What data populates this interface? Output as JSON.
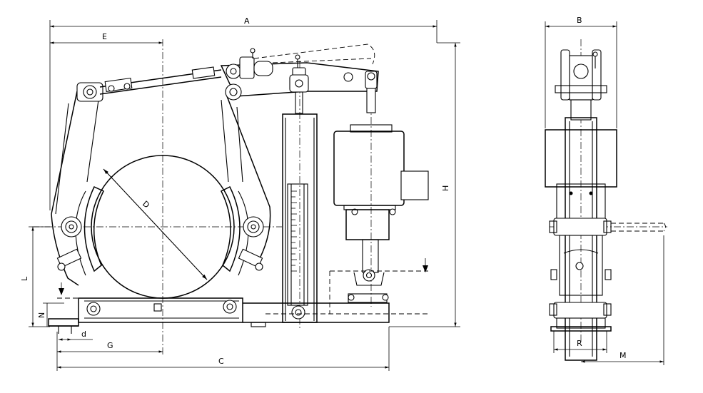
{
  "dimensions": {
    "A": "A",
    "B": "B",
    "C": "C",
    "D": "D",
    "E": "E",
    "G": "G",
    "H": "H",
    "L": "L",
    "M": "M",
    "N": "N",
    "R": "R",
    "d": "d"
  }
}
